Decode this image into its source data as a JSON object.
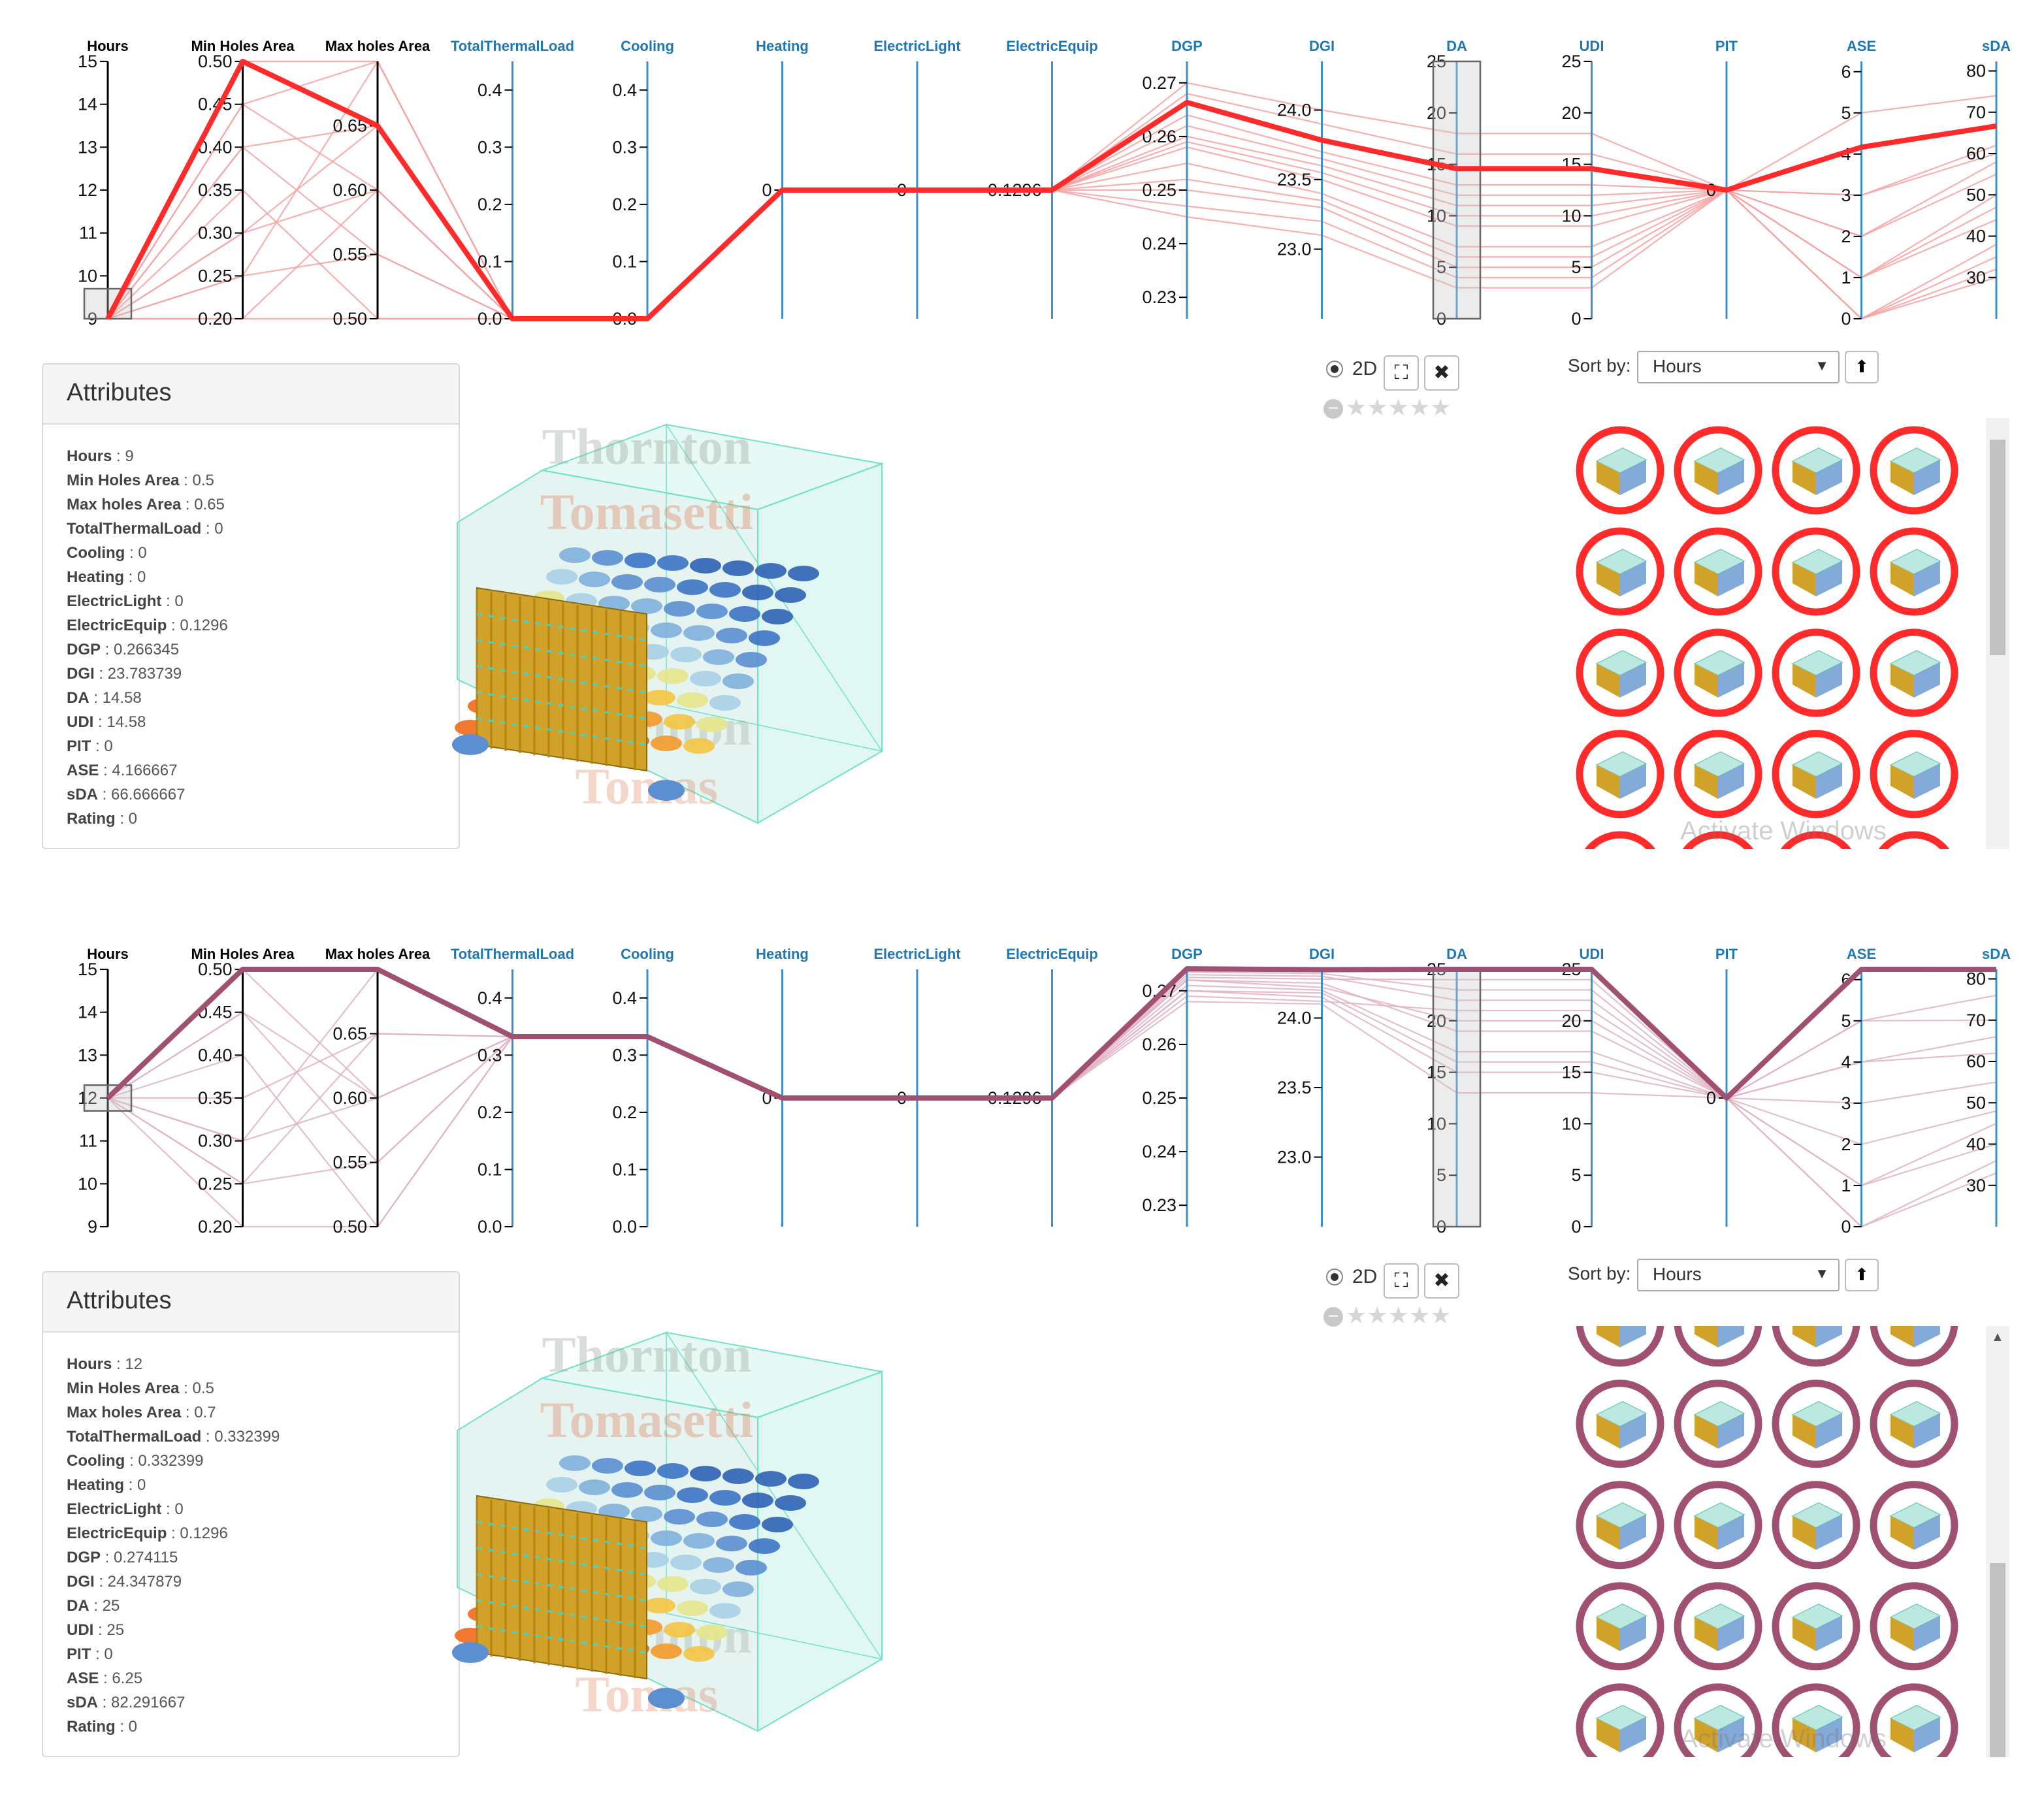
{
  "axes": [
    {
      "key": "Hours",
      "label": "Hours",
      "min": 9,
      "max": 15,
      "ticks": [
        9,
        10,
        11,
        12,
        13,
        14,
        15
      ],
      "dec": 0,
      "color": "#000000"
    },
    {
      "key": "MinHolesArea",
      "label": "Min Holes Area",
      "min": 0.2,
      "max": 0.5,
      "ticks": [
        0.2,
        0.25,
        0.3,
        0.35,
        0.4,
        0.45,
        0.5
      ],
      "dec": 2,
      "color": "#000000"
    },
    {
      "key": "MaxHolesArea",
      "label": "Max holes Area",
      "min": 0.5,
      "max": 0.7,
      "ticks": [
        0.5,
        0.55,
        0.6,
        0.65
      ],
      "dec": 2,
      "color": "#000000"
    },
    {
      "key": "TotalThermalLoad",
      "label": "TotalThermalLoad",
      "min": 0,
      "max": 0.45,
      "ticks": [
        0,
        0.1,
        0.2,
        0.3,
        0.4
      ],
      "dec": 1,
      "color": "#1f77b4"
    },
    {
      "key": "Cooling",
      "label": "Cooling",
      "min": 0,
      "max": 0.45,
      "ticks": [
        0,
        0.1,
        0.2,
        0.3,
        0.4
      ],
      "dec": 1,
      "color": "#1f77b4"
    },
    {
      "key": "Heating",
      "label": "Heating",
      "min": -1,
      "max": 1,
      "ticks": [
        0
      ],
      "dec": 0,
      "color": "#1f77b4"
    },
    {
      "key": "ElectricLight",
      "label": "ElectricLight",
      "min": -1,
      "max": 1,
      "ticks": [
        0
      ],
      "dec": 0,
      "color": "#1f77b4"
    },
    {
      "key": "ElectricEquip",
      "label": "ElectricEquip",
      "min": 0,
      "max": 0.2592,
      "ticks": [
        0.1296
      ],
      "dec": 4,
      "color": "#1f77b4"
    },
    {
      "key": "DGP",
      "label": "DGP",
      "min": 0.226,
      "max": 0.274,
      "ticks": [
        0.23,
        0.24,
        0.25,
        0.26,
        0.27
      ],
      "dec": 2,
      "color": "#1f77b4"
    },
    {
      "key": "DGI",
      "label": "DGI",
      "min": 22.5,
      "max": 24.35,
      "ticks": [
        23.0,
        23.5,
        24.0
      ],
      "dec": 1,
      "color": "#1f77b4"
    },
    {
      "key": "DA",
      "label": "DA",
      "min": 0,
      "max": 25,
      "ticks": [
        0,
        5,
        10,
        15,
        20,
        25
      ],
      "dec": 0,
      "color": "#1f77b4"
    },
    {
      "key": "UDI",
      "label": "UDI",
      "min": 0,
      "max": 25,
      "ticks": [
        0,
        5,
        10,
        15,
        20,
        25
      ],
      "dec": 0,
      "color": "#1f77b4"
    },
    {
      "key": "PIT",
      "label": "PIT",
      "min": -1,
      "max": 1,
      "ticks": [
        0
      ],
      "dec": 0,
      "color": "#1f77b4"
    },
    {
      "key": "ASE",
      "label": "ASE",
      "min": 0,
      "max": 6.25,
      "ticks": [
        0,
        1,
        2,
        3,
        4,
        5,
        6
      ],
      "dec": 0,
      "color": "#1f77b4"
    },
    {
      "key": "sDA",
      "label": "sDA",
      "min": 20,
      "max": 82.3,
      "ticks": [
        30,
        40,
        50,
        60,
        70,
        80
      ],
      "dec": 0,
      "color": "#1f77b4"
    }
  ],
  "ui": {
    "attributes_title": "Attributes",
    "mode_label": "2D",
    "expand_glyph": "⛶",
    "close_glyph": "✖",
    "sort_label": "Sort by:",
    "sort_value": "Hours",
    "sort_caret": "▼",
    "sort_dir_glyph": "⬆",
    "stars": "★★★★★",
    "minus_glyph": "−",
    "watermark": "Activate Windows",
    "watermark_top_line": "Thornton",
    "watermark_mid_line": "Tomasetti",
    "watermark_low_line": "Thornton",
    "watermark_bottom_line": "Tomas"
  },
  "panels": [
    {
      "highlight_color": "#ff2a2a",
      "context_color": "#f7a1a1",
      "brush": {
        "axis": "Hours",
        "from": 9,
        "to": 9.7
      },
      "brush2": {
        "axis": "DA",
        "from": 0,
        "to": 25
      },
      "selected": {
        "Hours": 9,
        "MinHolesArea": 0.5,
        "MaxHolesArea": 0.65,
        "TotalThermalLoad": 0,
        "Cooling": 0,
        "Heating": 0,
        "ElectricLight": 0,
        "ElectricEquip": 0.1296,
        "DGP": 0.266345,
        "DGI": 23.783739,
        "DA": 14.58,
        "UDI": 14.58,
        "PIT": 0,
        "ASE": 4.166667,
        "sDA": 66.666667
      },
      "context": [
        {
          "Hours": 9,
          "MinHolesArea": 0.2,
          "MaxHolesArea": 0.5,
          "TotalThermalLoad": 0,
          "Cooling": 0,
          "Heating": 0,
          "ElectricLight": 0,
          "ElectricEquip": 0.1296,
          "DGP": 0.245,
          "DGI": 23.1,
          "DA": 3,
          "UDI": 3,
          "PIT": 0,
          "ASE": 0,
          "sDA": 30
        },
        {
          "Hours": 9,
          "MinHolesArea": 0.25,
          "MaxHolesArea": 0.55,
          "TotalThermalLoad": 0,
          "Cooling": 0,
          "Heating": 0,
          "ElectricLight": 0,
          "ElectricEquip": 0.1296,
          "DGP": 0.25,
          "DGI": 23.3,
          "DA": 5,
          "UDI": 5,
          "PIT": 0,
          "ASE": 0,
          "sDA": 38
        },
        {
          "Hours": 9,
          "MinHolesArea": 0.3,
          "MaxHolesArea": 0.6,
          "TotalThermalLoad": 0,
          "Cooling": 0,
          "Heating": 0,
          "ElectricLight": 0,
          "ElectricEquip": 0.1296,
          "DGP": 0.255,
          "DGI": 23.4,
          "DA": 7,
          "UDI": 7,
          "PIT": 0,
          "ASE": 1,
          "sDA": 44
        },
        {
          "Hours": 9,
          "MinHolesArea": 0.35,
          "MaxHolesArea": 0.5,
          "TotalThermalLoad": 0,
          "Cooling": 0,
          "Heating": 0,
          "ElectricLight": 0,
          "ElectricEquip": 0.1296,
          "DGP": 0.258,
          "DGI": 23.5,
          "DA": 9,
          "UDI": 9,
          "PIT": 0,
          "ASE": 1,
          "sDA": 50
        },
        {
          "Hours": 9,
          "MinHolesArea": 0.4,
          "MaxHolesArea": 0.55,
          "TotalThermalLoad": 0,
          "Cooling": 0,
          "Heating": 0,
          "ElectricLight": 0,
          "ElectricEquip": 0.1296,
          "DGP": 0.26,
          "DGI": 23.6,
          "DA": 11,
          "UDI": 11,
          "PIT": 0,
          "ASE": 2,
          "sDA": 55
        },
        {
          "Hours": 9,
          "MinHolesArea": 0.45,
          "MaxHolesArea": 0.6,
          "TotalThermalLoad": 0,
          "Cooling": 0,
          "Heating": 0,
          "ElectricLight": 0,
          "ElectricEquip": 0.1296,
          "DGP": 0.262,
          "DGI": 23.65,
          "DA": 12,
          "UDI": 12,
          "PIT": 0,
          "ASE": 2,
          "sDA": 58
        },
        {
          "Hours": 9,
          "MinHolesArea": 0.5,
          "MaxHolesArea": 0.7,
          "TotalThermalLoad": 0,
          "Cooling": 0,
          "Heating": 0,
          "ElectricLight": 0,
          "ElectricEquip": 0.1296,
          "DGP": 0.27,
          "DGI": 24.0,
          "DA": 18,
          "UDI": 18,
          "PIT": 0,
          "ASE": 5,
          "sDA": 74
        },
        {
          "Hours": 9,
          "MinHolesArea": 0.45,
          "MaxHolesArea": 0.7,
          "TotalThermalLoad": 0,
          "Cooling": 0,
          "Heating": 0,
          "ElectricLight": 0,
          "ElectricEquip": 0.1296,
          "DGP": 0.268,
          "DGI": 23.9,
          "DA": 16,
          "UDI": 16,
          "PIT": 0,
          "ASE": 3,
          "sDA": 62
        },
        {
          "Hours": 9,
          "MinHolesArea": 0.4,
          "MaxHolesArea": 0.65,
          "TotalThermalLoad": 0,
          "Cooling": 0,
          "Heating": 0,
          "ElectricLight": 0,
          "ElectricEquip": 0.1296,
          "DGP": 0.264,
          "DGI": 23.7,
          "DA": 13,
          "UDI": 13,
          "PIT": 0,
          "ASE": 3,
          "sDA": 60
        },
        {
          "Hours": 9,
          "MinHolesArea": 0.3,
          "MaxHolesArea": 0.65,
          "TotalThermalLoad": 0,
          "Cooling": 0,
          "Heating": 0,
          "ElectricLight": 0,
          "ElectricEquip": 0.1296,
          "DGP": 0.259,
          "DGI": 23.55,
          "DA": 10,
          "UDI": 10,
          "PIT": 0,
          "ASE": 1,
          "sDA": 47
        },
        {
          "Hours": 9,
          "MinHolesArea": 0.25,
          "MaxHolesArea": 0.7,
          "TotalThermalLoad": 0,
          "Cooling": 0,
          "Heating": 0,
          "ElectricLight": 0,
          "ElectricEquip": 0.1296,
          "DGP": 0.252,
          "DGI": 23.35,
          "DA": 6,
          "UDI": 6,
          "PIT": 0,
          "ASE": 0,
          "sDA": 35
        },
        {
          "Hours": 9,
          "MinHolesArea": 0.2,
          "MaxHolesArea": 0.6,
          "TotalThermalLoad": 0,
          "Cooling": 0,
          "Heating": 0,
          "ElectricLight": 0,
          "ElectricEquip": 0.1296,
          "DGP": 0.247,
          "DGI": 23.2,
          "DA": 4,
          "UDI": 4,
          "PIT": 0,
          "ASE": 0,
          "sDA": 32
        }
      ],
      "attributes": [
        {
          "k": "Hours",
          "v": "9"
        },
        {
          "k": "Min Holes Area",
          "v": "0.5"
        },
        {
          "k": "Max holes Area",
          "v": "0.65"
        },
        {
          "k": "TotalThermalLoad",
          "v": "0"
        },
        {
          "k": "Cooling",
          "v": "0"
        },
        {
          "k": "Heating",
          "v": "0"
        },
        {
          "k": "ElectricLight",
          "v": "0"
        },
        {
          "k": "ElectricEquip",
          "v": "0.1296"
        },
        {
          "k": "DGP",
          "v": "0.266345"
        },
        {
          "k": "DGI",
          "v": "23.783739"
        },
        {
          "k": "DA",
          "v": "14.58"
        },
        {
          "k": "UDI",
          "v": "14.58"
        },
        {
          "k": "PIT",
          "v": "0"
        },
        {
          "k": "ASE",
          "v": "4.166667"
        },
        {
          "k": "sDA",
          "v": "66.666667"
        },
        {
          "k": "Rating",
          "v": "0"
        }
      ],
      "gallery_rows": 4.6,
      "gallery_offset": 0,
      "scroll_thumb": {
        "start": 0.05,
        "end": 0.55
      },
      "show_up_arrow": false
    },
    {
      "highlight_color": "#a05070",
      "context_color": "#dfb3c4",
      "brush": {
        "axis": "Hours",
        "from": 11.7,
        "to": 12.3
      },
      "brush2": {
        "axis": "DA",
        "from": 0,
        "to": 25
      },
      "selected": {
        "Hours": 12,
        "MinHolesArea": 0.5,
        "MaxHolesArea": 0.7,
        "TotalThermalLoad": 0.332399,
        "Cooling": 0.332399,
        "Heating": 0,
        "ElectricLight": 0,
        "ElectricEquip": 0.1296,
        "DGP": 0.274115,
        "DGI": 24.347879,
        "DA": 25,
        "UDI": 25,
        "PIT": 0,
        "ASE": 6.25,
        "sDA": 82.291667
      },
      "context": [
        {
          "Hours": 12,
          "MinHolesArea": 0.2,
          "MaxHolesArea": 0.5,
          "TotalThermalLoad": 0.332399,
          "Cooling": 0.332399,
          "Heating": 0,
          "ElectricLight": 0,
          "ElectricEquip": 0.1296,
          "DGP": 0.268,
          "DGI": 24.1,
          "DA": 13,
          "UDI": 13,
          "PIT": 0,
          "ASE": 0,
          "sDA": 33
        },
        {
          "Hours": 12,
          "MinHolesArea": 0.25,
          "MaxHolesArea": 0.55,
          "TotalThermalLoad": 0.332399,
          "Cooling": 0.332399,
          "Heating": 0,
          "ElectricLight": 0,
          "ElectricEquip": 0.1296,
          "DGP": 0.27,
          "DGI": 24.15,
          "DA": 15,
          "UDI": 15,
          "PIT": 0,
          "ASE": 1,
          "sDA": 40
        },
        {
          "Hours": 12,
          "MinHolesArea": 0.3,
          "MaxHolesArea": 0.6,
          "TotalThermalLoad": 0.332399,
          "Cooling": 0.332399,
          "Heating": 0,
          "ElectricLight": 0,
          "ElectricEquip": 0.1296,
          "DGP": 0.271,
          "DGI": 24.2,
          "DA": 17,
          "UDI": 17,
          "PIT": 0,
          "ASE": 2,
          "sDA": 48
        },
        {
          "Hours": 12,
          "MinHolesArea": 0.35,
          "MaxHolesArea": 0.65,
          "TotalThermalLoad": 0.332399,
          "Cooling": 0.332399,
          "Heating": 0,
          "ElectricLight": 0,
          "ElectricEquip": 0.1296,
          "DGP": 0.272,
          "DGI": 24.25,
          "DA": 19,
          "UDI": 19,
          "PIT": 0,
          "ASE": 3,
          "sDA": 55
        },
        {
          "Hours": 12,
          "MinHolesArea": 0.4,
          "MaxHolesArea": 0.5,
          "TotalThermalLoad": 0.332399,
          "Cooling": 0.332399,
          "Heating": 0,
          "ElectricLight": 0,
          "ElectricEquip": 0.1296,
          "DGP": 0.269,
          "DGI": 24.12,
          "DA": 21,
          "UDI": 21,
          "PIT": 0,
          "ASE": 4,
          "sDA": 62
        },
        {
          "Hours": 12,
          "MinHolesArea": 0.45,
          "MaxHolesArea": 0.55,
          "TotalThermalLoad": 0.332399,
          "Cooling": 0.332399,
          "Heating": 0,
          "ElectricLight": 0,
          "ElectricEquip": 0.1296,
          "DGP": 0.273,
          "DGI": 24.3,
          "DA": 22,
          "UDI": 22,
          "PIT": 0,
          "ASE": 5,
          "sDA": 70
        },
        {
          "Hours": 12,
          "MinHolesArea": 0.5,
          "MaxHolesArea": 0.6,
          "TotalThermalLoad": 0.332399,
          "Cooling": 0.332399,
          "Heating": 0,
          "ElectricLight": 0,
          "ElectricEquip": 0.1296,
          "DGP": 0.2735,
          "DGI": 24.32,
          "DA": 23,
          "UDI": 23,
          "PIT": 0,
          "ASE": 5,
          "sDA": 76
        },
        {
          "Hours": 12,
          "MinHolesArea": 0.3,
          "MaxHolesArea": 0.7,
          "TotalThermalLoad": 0.332399,
          "Cooling": 0.332399,
          "Heating": 0,
          "ElectricLight": 0,
          "ElectricEquip": 0.1296,
          "DGP": 0.272,
          "DGI": 24.22,
          "DA": 20,
          "UDI": 20,
          "PIT": 0,
          "ASE": 1,
          "sDA": 45
        },
        {
          "Hours": 12,
          "MinHolesArea": 0.25,
          "MaxHolesArea": 0.65,
          "TotalThermalLoad": 0.332399,
          "Cooling": 0.332399,
          "Heating": 0,
          "ElectricLight": 0,
          "ElectricEquip": 0.1296,
          "DGP": 0.27,
          "DGI": 24.18,
          "DA": 16,
          "UDI": 16,
          "PIT": 0,
          "ASE": 0,
          "sDA": 36
        },
        {
          "Hours": 12,
          "MinHolesArea": 0.45,
          "MaxHolesArea": 0.6,
          "TotalThermalLoad": 0.332399,
          "Cooling": 0.332399,
          "Heating": 0,
          "ElectricLight": 0,
          "ElectricEquip": 0.1296,
          "DGP": 0.2725,
          "DGI": 24.28,
          "DA": 24,
          "UDI": 24,
          "PIT": 0,
          "ASE": 4,
          "sDA": 66
        }
      ],
      "attributes": [
        {
          "k": "Hours",
          "v": "12"
        },
        {
          "k": "Min Holes Area",
          "v": "0.5"
        },
        {
          "k": "Max holes Area",
          "v": "0.7"
        },
        {
          "k": "TotalThermalLoad",
          "v": "0.332399"
        },
        {
          "k": "Cooling",
          "v": "0.332399"
        },
        {
          "k": "Heating",
          "v": "0"
        },
        {
          "k": "ElectricLight",
          "v": "0"
        },
        {
          "k": "ElectricEquip",
          "v": "0.1296"
        },
        {
          "k": "DGP",
          "v": "0.274115"
        },
        {
          "k": "DGI",
          "v": "24.347879"
        },
        {
          "k": "DA",
          "v": "25"
        },
        {
          "k": "UDI",
          "v": "25"
        },
        {
          "k": "PIT",
          "v": "0"
        },
        {
          "k": "ASE",
          "v": "6.25"
        },
        {
          "k": "sDA",
          "v": "82.291667"
        },
        {
          "k": "Rating",
          "v": "0"
        }
      ],
      "gallery_rows": 4.8,
      "gallery_offset": -0.55,
      "scroll_thumb": {
        "start": 0.55,
        "end": 1.0
      },
      "show_up_arrow": true
    }
  ]
}
